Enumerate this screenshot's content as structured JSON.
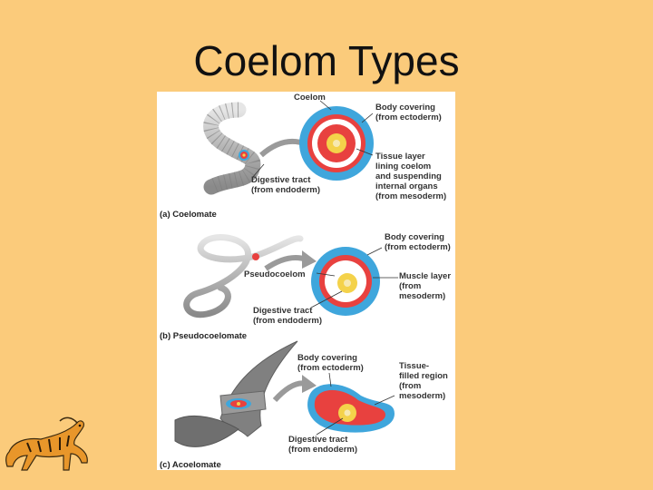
{
  "slide": {
    "title": "Coelom Types"
  },
  "panels": {
    "coelomate": {
      "caption": "(a) Coelomate",
      "coelom": "Coelom",
      "body_covering": "Body covering\n(from ectoderm)",
      "tissue_layer": "Tissue layer\nlining coelom\nand suspending\ninternal organs\n(from mesoderm)",
      "digestive": "Digestive tract\n(from endoderm)"
    },
    "pseudocoelomate": {
      "caption": "(b) Pseudocoelomate",
      "body_covering": "Body covering\n(from ectoderm)",
      "pseudocoelom": "Pseudocoelom",
      "muscle_layer": "Muscle layer\n(from\nmesoderm)",
      "digestive": "Digestive tract\n(from endoderm)"
    },
    "acoelomate": {
      "caption": "(c) Acoelomate",
      "body_covering": "Body covering\n(from ectoderm)",
      "tissue_filled": "Tissue-\nfilled region\n(from\nmesoderm)",
      "digestive": "Digestive tract\n(from endoderm)"
    }
  },
  "colors": {
    "background": "#fbcb7b",
    "ectoderm": "#3fa6dc",
    "mesoderm": "#e8413f",
    "endoderm": "#f4d24a",
    "worm": "#b9b9b9"
  },
  "icons": {
    "mascot": "tiger-icon"
  }
}
